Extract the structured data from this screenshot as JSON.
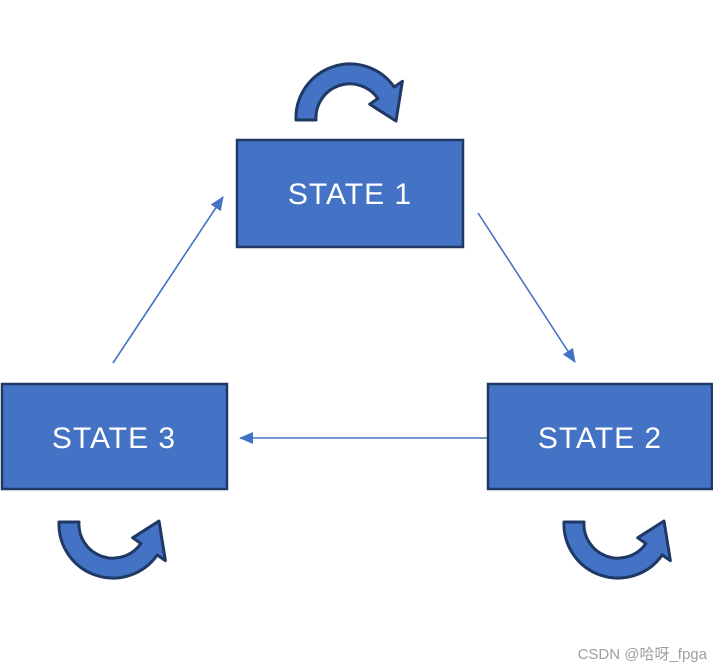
{
  "diagram": {
    "type": "state-machine",
    "states": [
      {
        "id": "state1",
        "label": "STATE 1"
      },
      {
        "id": "state2",
        "label": "STATE 2"
      },
      {
        "id": "state3",
        "label": "STATE 3"
      }
    ],
    "transitions": [
      {
        "from": "state1",
        "to": "state2",
        "kind": "arrow"
      },
      {
        "from": "state2",
        "to": "state3",
        "kind": "arrow"
      },
      {
        "from": "state3",
        "to": "state1",
        "kind": "arrow"
      },
      {
        "from": "state1",
        "to": "state1",
        "kind": "self-loop"
      },
      {
        "from": "state2",
        "to": "state2",
        "kind": "self-loop"
      },
      {
        "from": "state3",
        "to": "state3",
        "kind": "self-loop"
      }
    ],
    "colors": {
      "box_fill": "#4472C4",
      "box_border": "#1F3864",
      "connector": "#4472C4",
      "loop_fill": "#4472C4",
      "loop_border": "#1F3864",
      "watermark": "#9E9E9E",
      "background": "#FFFFFF"
    }
  },
  "watermark": {
    "text": "CSDN @哈呀_fpga"
  }
}
